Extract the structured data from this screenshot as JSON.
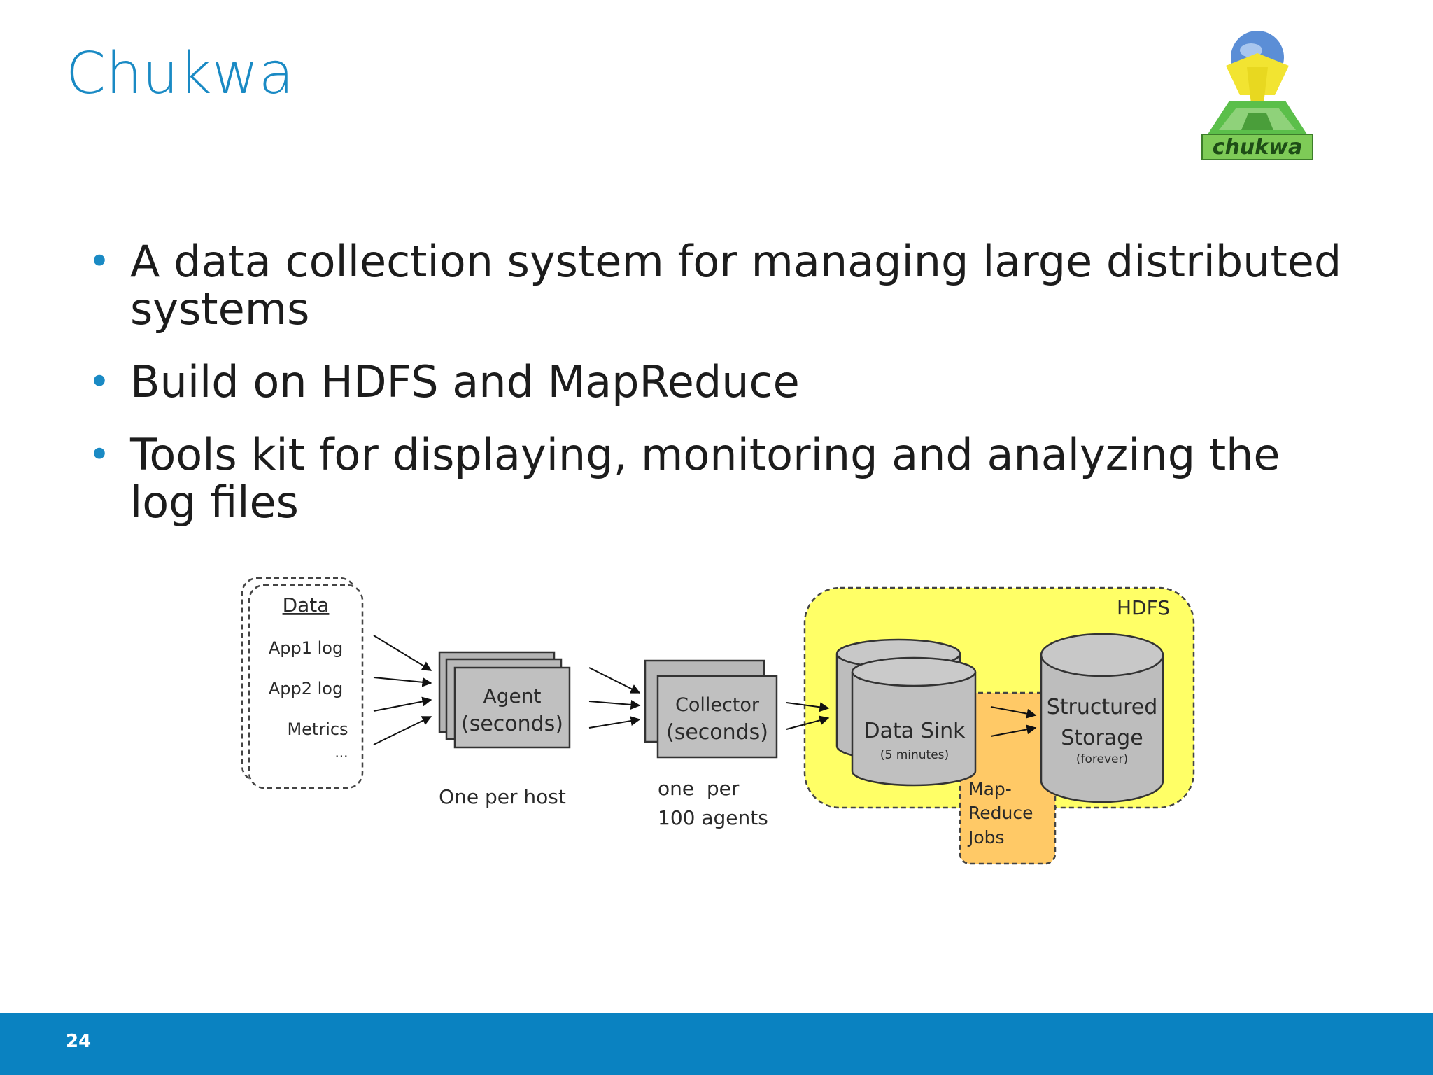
{
  "slide": {
    "title": "Chukwa",
    "page_number": "24"
  },
  "logo": {
    "wordmark": "chukwa"
  },
  "bullets": [
    "A data collection system for managing large distributed systems",
    "Build on HDFS and MapReduce",
    "Tools kit for displaying, monitoring and analyzing the log files"
  ],
  "diagram": {
    "data_box": {
      "heading": "Data",
      "items": [
        "App1 log",
        "App2 log",
        "Metrics",
        "..."
      ]
    },
    "agent": {
      "line1": "Agent",
      "line2": "(seconds)",
      "caption": "One per host"
    },
    "collector": {
      "line1": "Collector",
      "line2": "(seconds)",
      "caption_line1": "one  per",
      "caption_line2": "100 agents"
    },
    "hdfs_label": "HDFS",
    "data_sink": {
      "label": "Data Sink",
      "sub": "(5 minutes)"
    },
    "structured_storage": {
      "line1": "Structured",
      "line2": "Storage",
      "sub": "(forever)"
    },
    "mapreduce": {
      "line1": "Map-",
      "line2": "Reduce",
      "line3": "Jobs"
    },
    "colors": {
      "hdfs_fill": "#ffff66",
      "mapreduce_fill": "#ffc966",
      "box_fill": "#c0c0c0"
    }
  }
}
